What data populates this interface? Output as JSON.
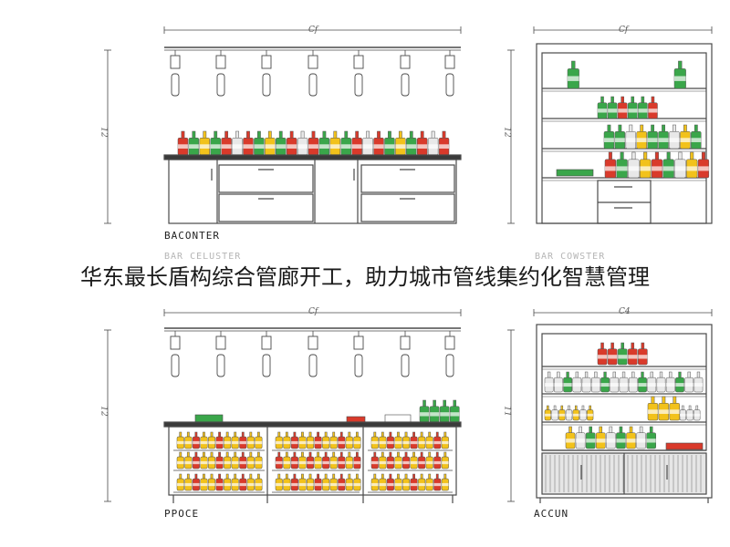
{
  "headline": "华东最长盾构综合管廊开工，助力城市管线集约化智慧管理",
  "panels": {
    "top_left_label": "BACONTER",
    "top_left_faded": "BAR CELUSTER",
    "top_right_faded": "BAR COWSTER",
    "bottom_left_label": "PPOCE",
    "bottom_right_label": "ACCUN"
  },
  "dimensions": {
    "top_left_width": "Cf",
    "top_right_width": "Cf",
    "top_left_height": "12",
    "top_right_height": "12",
    "bottom_left_width": "Cf",
    "bottom_right_width": "C4",
    "bottom_left_height": "12",
    "bottom_right_height": "11"
  },
  "colors": {
    "line": "#4a4a4a",
    "bottle_green": "#3aa64a",
    "bottle_red": "#d93a2b",
    "bottle_yellow": "#f2c21b",
    "bottle_white": "#e8e8e8"
  }
}
